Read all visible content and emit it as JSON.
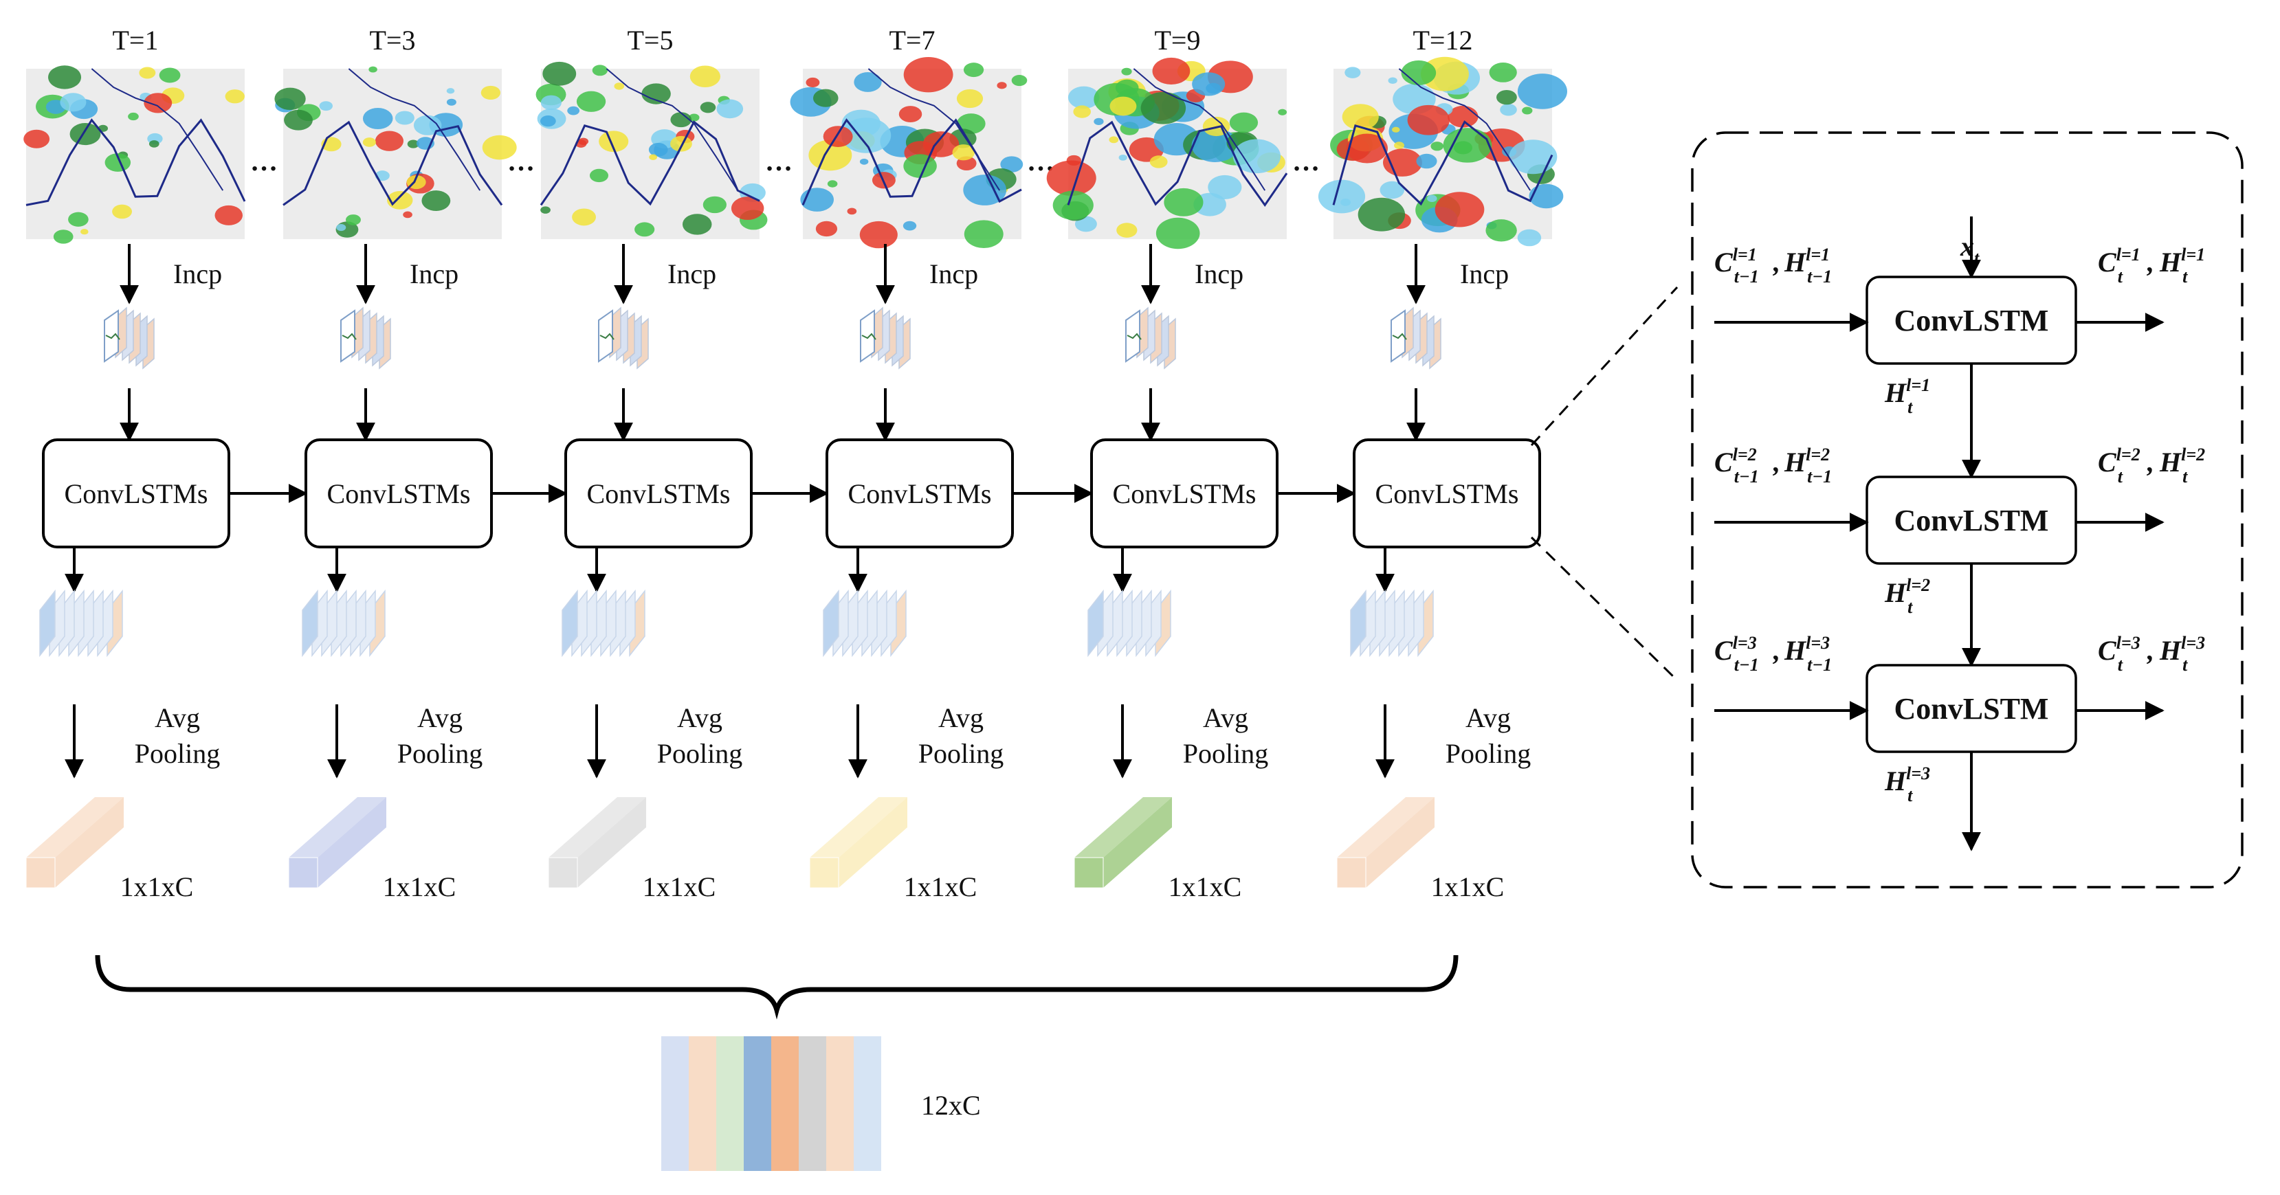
{
  "timesteps": [
    "T=1",
    "T=3",
    "T=5",
    "T=7",
    "T=9",
    "T=12"
  ],
  "ellipsis": "…",
  "incp_label": "Incp",
  "convlstms_label": "ConvLSTMs",
  "pool_label_line1": "Avg",
  "pool_label_line2": "Pooling",
  "vector_label": "1x1xC",
  "concat_label": "12xC",
  "vector_colors": [
    "#f8dcc6",
    "#c9d1ee",
    "#e2e2e2",
    "#fbeec2",
    "#a9d08e",
    "#f8dcc6"
  ],
  "concat_strip_colors": [
    "#d6e0f3",
    "#f8dcc6",
    "#d6ead0",
    "#8fb3da",
    "#f4b68c",
    "#d3d3d3",
    "#f8dcc6",
    "#d6e4f4"
  ],
  "detail": {
    "input": {
      "base": "x",
      "sub": "t"
    },
    "cell_label": "ConvLSTM",
    "layers": [
      {
        "in_c_sub": "t−1",
        "in_c_sup": "l=1",
        "in_h_sub": "t−1",
        "in_h_sup": "l=1",
        "out_c_sub": "t",
        "out_c_sup": "l=1",
        "out_h_sub": "t",
        "out_h_sup": "l=1",
        "down_sub": "t",
        "down_sup": "l=1"
      },
      {
        "in_c_sub": "t−1",
        "in_c_sup": "l=2",
        "in_h_sub": "t−1",
        "in_h_sup": "l=2",
        "out_c_sub": "t",
        "out_c_sup": "l=2",
        "out_h_sub": "t",
        "out_h_sup": "l=2",
        "down_sub": "t",
        "down_sup": "l=2"
      },
      {
        "in_c_sub": "t−1",
        "in_c_sup": "l=3",
        "in_h_sub": "t−1",
        "in_h_sup": "l=3",
        "out_c_sub": "t",
        "out_c_sup": "l=3",
        "out_h_sub": "t",
        "out_h_sup": "l=3",
        "down_sub": "t",
        "down_sup": "l=3"
      }
    ],
    "c_symbol": "C",
    "h_symbol": "H",
    "separator": ","
  }
}
